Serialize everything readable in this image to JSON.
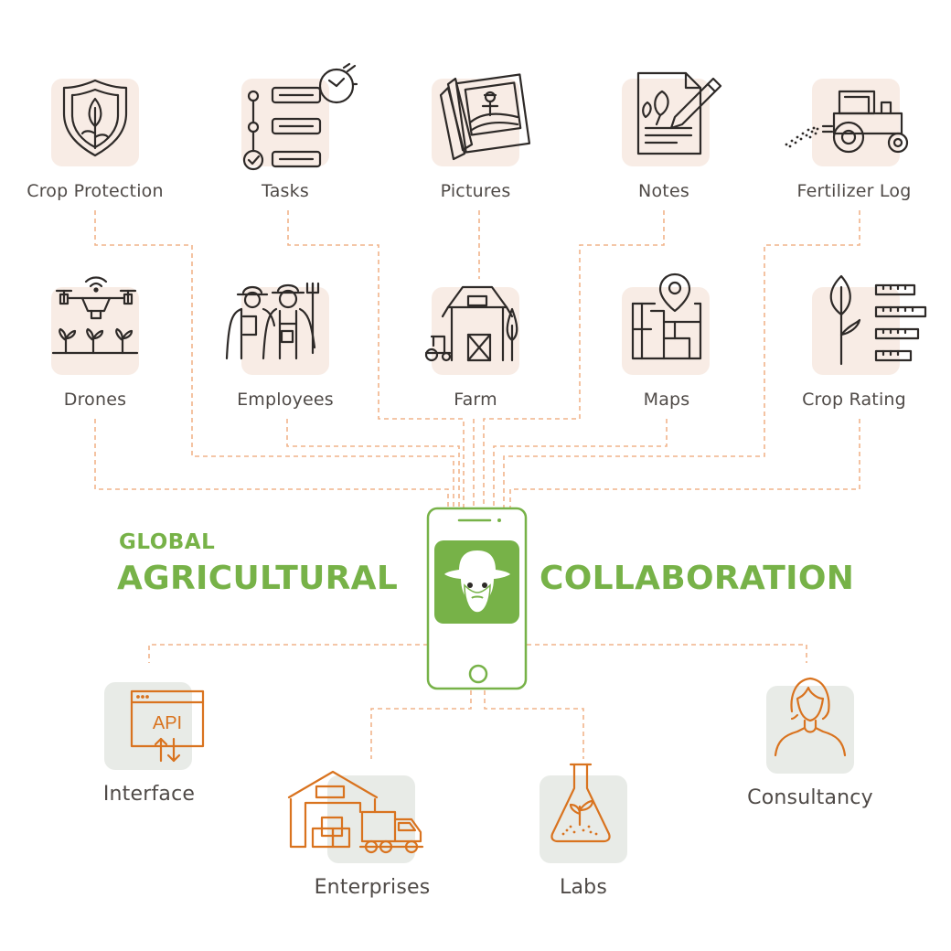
{
  "colors": {
    "accent_green": "#77b248",
    "connector_orange": "#f1b48a",
    "icon_dark": "#2e2a28",
    "icon_orange": "#d9731f",
    "tile_peach": "#f8ece5",
    "tile_grey": "#e8ebe7"
  },
  "headline": {
    "small": "GLOBAL",
    "left": "AGRICULTURAL",
    "right": "COLLABORATION"
  },
  "hub": {
    "icon": "farmer-app-icon"
  },
  "features": [
    {
      "label": "Crop Protection",
      "icon": "shield-leaf-icon"
    },
    {
      "label": "Tasks",
      "icon": "checklist-timer-icon"
    },
    {
      "label": "Pictures",
      "icon": "photos-icon"
    },
    {
      "label": "Notes",
      "icon": "notes-pencil-icon"
    },
    {
      "label": "Fertilizer Log",
      "icon": "tractor-sprayer-icon"
    },
    {
      "label": "Drones",
      "icon": "drone-seedlings-icon"
    },
    {
      "label": "Employees",
      "icon": "farm-workers-icon"
    },
    {
      "label": "Farm",
      "icon": "barn-icon"
    },
    {
      "label": "Maps",
      "icon": "map-pin-icon"
    },
    {
      "label": "Crop Rating",
      "icon": "leaf-rating-icon"
    }
  ],
  "partners": [
    {
      "label": "Interface",
      "icon": "api-window-icon",
      "api_text": "API"
    },
    {
      "label": "Enterprises",
      "icon": "warehouse-truck-icon"
    },
    {
      "label": "Labs",
      "icon": "lab-flask-icon"
    },
    {
      "label": "Consultancy",
      "icon": "consultant-icon"
    }
  ]
}
